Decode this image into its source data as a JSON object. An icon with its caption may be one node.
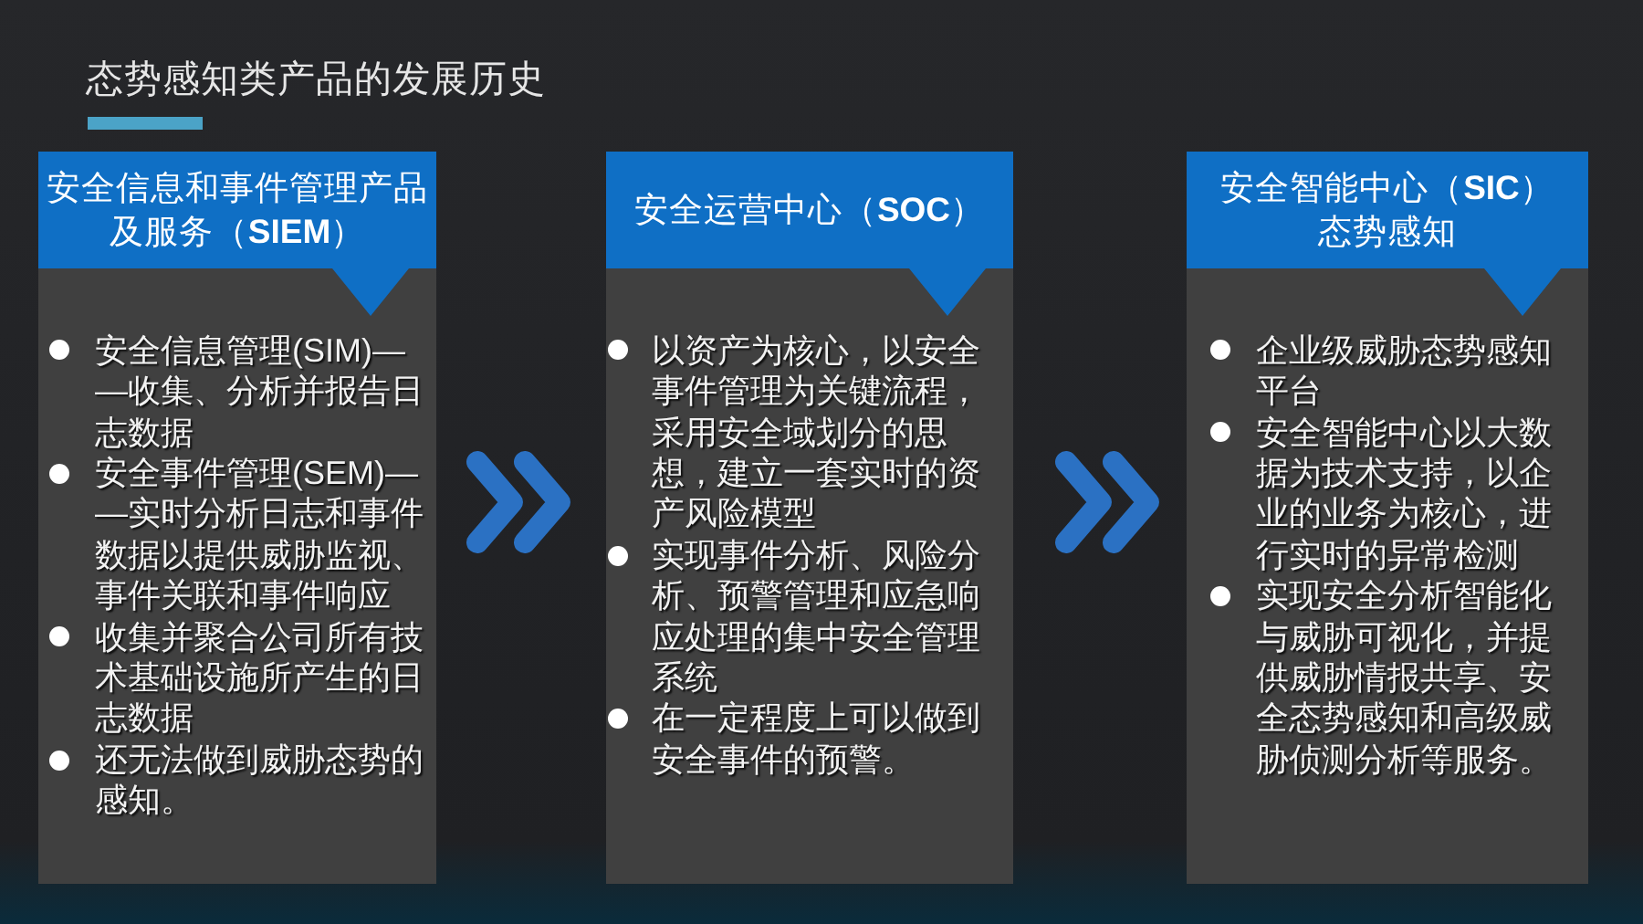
{
  "diagram": {
    "title": "态势感知类产品的发展历史",
    "nodes": [
      {
        "text": [
          "安全信息和事件管理产品及服务（**SIEM**）",
          "安全信息管理(SIM)——收集、分析并报告日志数据",
          "安全事件管理(SEM)——实时分析日志和事件数据以提供威胁监视、事件关联和事件响应",
          "收集并聚合公司所有技术基础设施所产生的日志数据",
          "还无法做到威胁态势的感知。"
        ]
      },
      {
        "text": [
          "安全运营中心（**SOC**）",
          "以资产为核心，以安全事件管理为关键流程，采用安全域划分的思想，建立一套实时的资产风险模型",
          "实现事件分析、风险分析、预警管理和应急响应处理的集中安全管理系统",
          "在一定程度上可以做到安全事件的预警。"
        ]
      },
      {
        "text": [
          "安全智能中心（**SIC**）态势感知",
          "企业级威胁态势感知平台",
          "安全智能中心以大数据为技术支持，以企业的业务为核心，进行实时的异常检测",
          "实现安全分析智能化与威胁可视化，并提供威胁情报共享、安全态势感知和高级威胁侦测分析等服务。"
        ]
      }
    ],
    "edges": [
      {
        "from": 0,
        "to": 1,
        "arrow": "to"
      },
      {
        "from": 1,
        "to": 2,
        "arrow": "to"
      }
    ]
  }
}
